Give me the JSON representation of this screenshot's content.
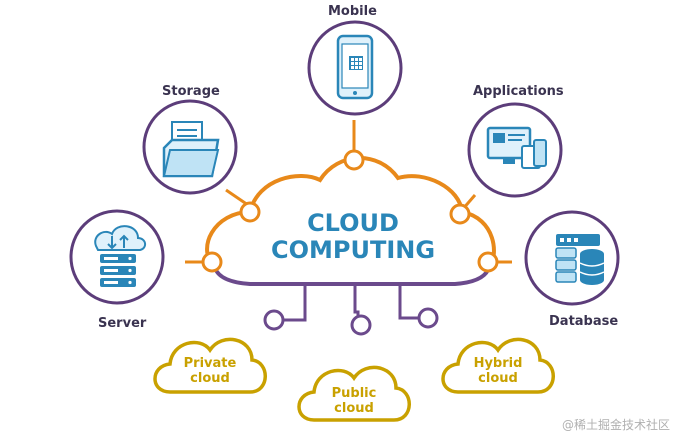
{
  "center": {
    "line1": "CLOUD",
    "line2": "COMPUTING"
  },
  "services": {
    "mobile": "Mobile",
    "storage": "Storage",
    "applications": "Applications",
    "server": "Server",
    "database": "Database"
  },
  "deployments": {
    "private": {
      "line1": "Private",
      "line2": "cloud"
    },
    "public": {
      "line1": "Public",
      "line2": "cloud"
    },
    "hybrid": {
      "line1": "Hybrid",
      "line2": "cloud"
    }
  },
  "watermark": "@稀土掘金技术社区",
  "colors": {
    "orange": "#e8891a",
    "purple": "#6b4a8c",
    "circle": "#5c3d7a",
    "blue": "#2a86b8",
    "gold": "#c9a100"
  },
  "icons": {
    "mobile": "smartphone-icon",
    "storage": "folder-icon",
    "applications": "monitor-icon",
    "server": "server-icon",
    "database": "database-icon"
  }
}
